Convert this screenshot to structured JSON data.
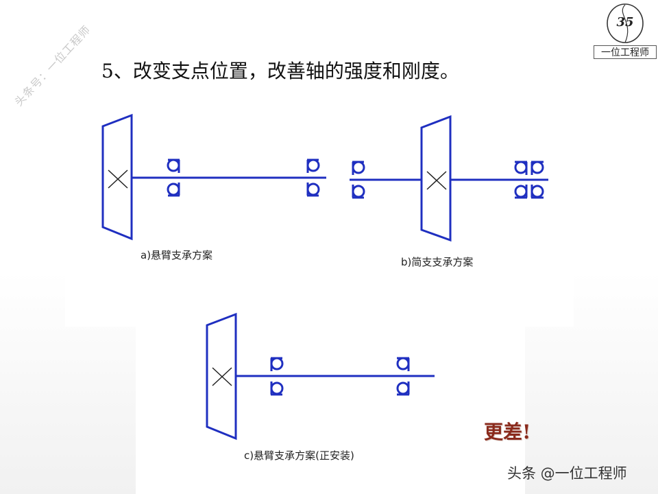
{
  "watermark": "头条号：一位工程师",
  "heading": "5、改变支点位置，改善轴的强度和刚度。",
  "logo": {
    "mark": "35",
    "caption": "一位工程师"
  },
  "diagrams": {
    "a": {
      "caption": "a)悬臂支承方案"
    },
    "b": {
      "caption": "b)简支支承方案"
    },
    "c": {
      "caption": "c)悬臂支承方案(正安装)"
    }
  },
  "verdict": "更差!",
  "credit": "头条 @一位工程师",
  "colors": {
    "line": "#1f2fc0",
    "verdict": "#8a2a1c"
  }
}
